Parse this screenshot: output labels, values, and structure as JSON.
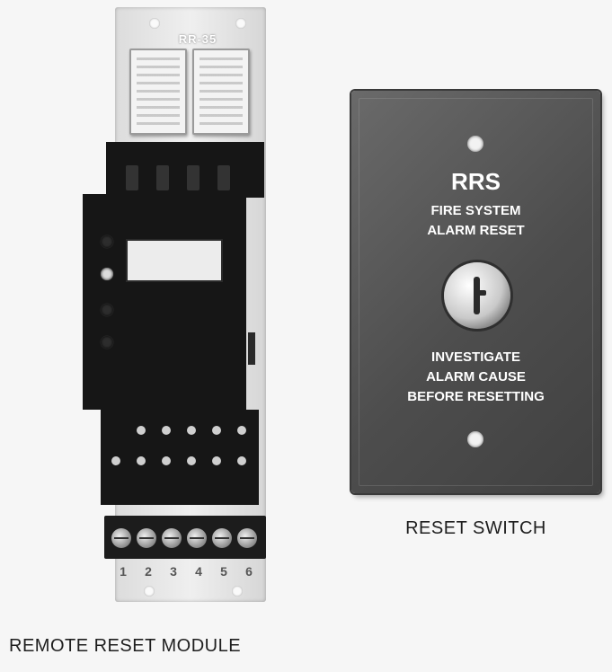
{
  "module": {
    "board_label": "RR-35",
    "terminal_numbers": [
      "1",
      "2",
      "3",
      "4",
      "5",
      "6"
    ],
    "caption": "REMOTE RESET MODULE"
  },
  "switch": {
    "model": "RRS",
    "line1": "FIRE SYSTEM",
    "line2": "ALARM RESET",
    "warning": [
      "INVESTIGATE",
      "ALARM CAUSE",
      "BEFORE RESETTING"
    ],
    "caption": "RESET SWITCH"
  },
  "colors": {
    "plate": "#555555",
    "plate_text": "#ffffff",
    "module_body": "#161616",
    "board": "#e2e2e2"
  }
}
